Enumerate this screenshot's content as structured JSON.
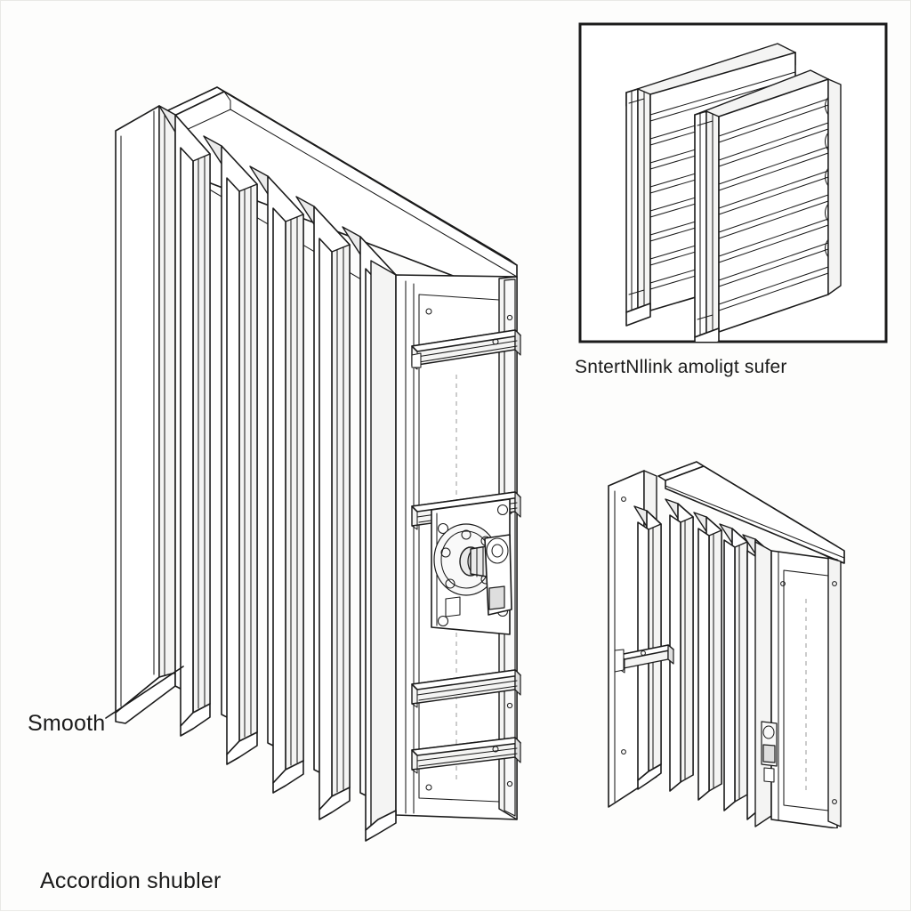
{
  "drawing": {
    "title_caption": "Accordion shubler",
    "background_color": "#fdfdfc",
    "line_color": "#1b1b1b",
    "fill_color": "#ffffff",
    "style": "isometric technical line drawing"
  },
  "main_view": {
    "name": "Accordion shubler",
    "caption": "Accordion shubler",
    "panel_count": 8,
    "annotation": {
      "label": "Smooth",
      "leader_from": [
        118,
        805
      ],
      "leader_to": [
        205,
        748
      ]
    },
    "hardware": {
      "lock_label": "",
      "rail_count": 4,
      "rosette_screw_count": 4
    }
  },
  "panels": [
    {
      "id": "top-right-panel",
      "caption": "SntertNllink amoligt sufer",
      "content": "two overlapping louvered slat panels",
      "frame": true,
      "slat_count": 13
    },
    {
      "id": "bottom-right-panel",
      "caption": "",
      "content": "folded accordion door assembly with track",
      "frame": false,
      "panel_count": 7
    }
  ],
  "captions": {
    "main": "Accordion shubler",
    "smooth": "Smooth",
    "louver": "SntertNllink amoligt sufer"
  }
}
